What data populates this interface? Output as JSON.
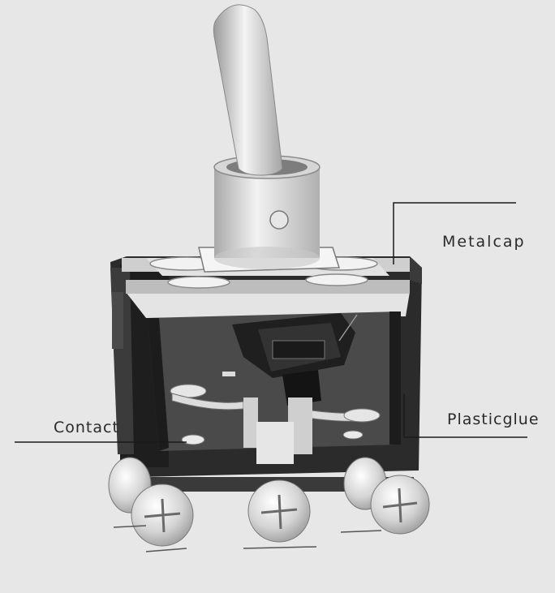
{
  "labels": {
    "metal_cap": "Metalcap",
    "plastic_glue": "Plasticglue",
    "contact": "Contact"
  },
  "colors": {
    "background": "#e7e7e7",
    "housing": "#2b2b2b",
    "metal": "#d9d9d9",
    "leader": "#1a1a1a"
  }
}
